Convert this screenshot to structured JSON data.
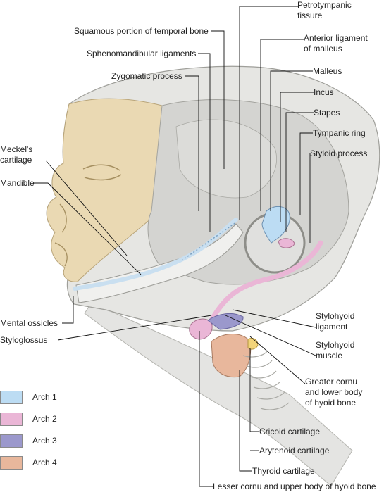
{
  "labels": {
    "petrotympanic": "Petrotympanic\nfissure",
    "squamous": "Squamous portion of temporal bone",
    "anterior_ligament": "Anterior ligament\nof malleus",
    "sphenomandibular": "Sphenomandibular ligaments",
    "malleus": "Malleus",
    "zygomatic": "Zygomatic process",
    "incus": "Incus",
    "stapes": "Stapes",
    "tympanic_ring": "Tympanic ring",
    "meckels": "Meckel's\ncartilage",
    "styloid": "Styloid process",
    "mandible": "Mandible",
    "mental_ossicles": "Mental ossicles",
    "stylohyoid_ligament": "Stylohyoid\nligament",
    "styloglossus": "Styloglossus",
    "stylohyoid_muscle": "Stylohyoid\nmuscle",
    "greater_cornu": "Greater cornu\nand lower body\nof hyoid bone",
    "cricoid": "Cricoid cartilage",
    "arytenoid": "Arytenoid cartilage",
    "thyroid": "Thyroid cartilage",
    "lesser_cornu": "Lesser cornu and upper body of hyoid bone"
  },
  "legend": [
    {
      "label": "Arch 1",
      "color": "#bcdcf3"
    },
    {
      "label": "Arch 2",
      "color": "#eab6d6"
    },
    {
      "label": "Arch 3",
      "color": "#9b98cc"
    },
    {
      "label": "Arch 4",
      "color": "#e8b79c"
    }
  ]
}
